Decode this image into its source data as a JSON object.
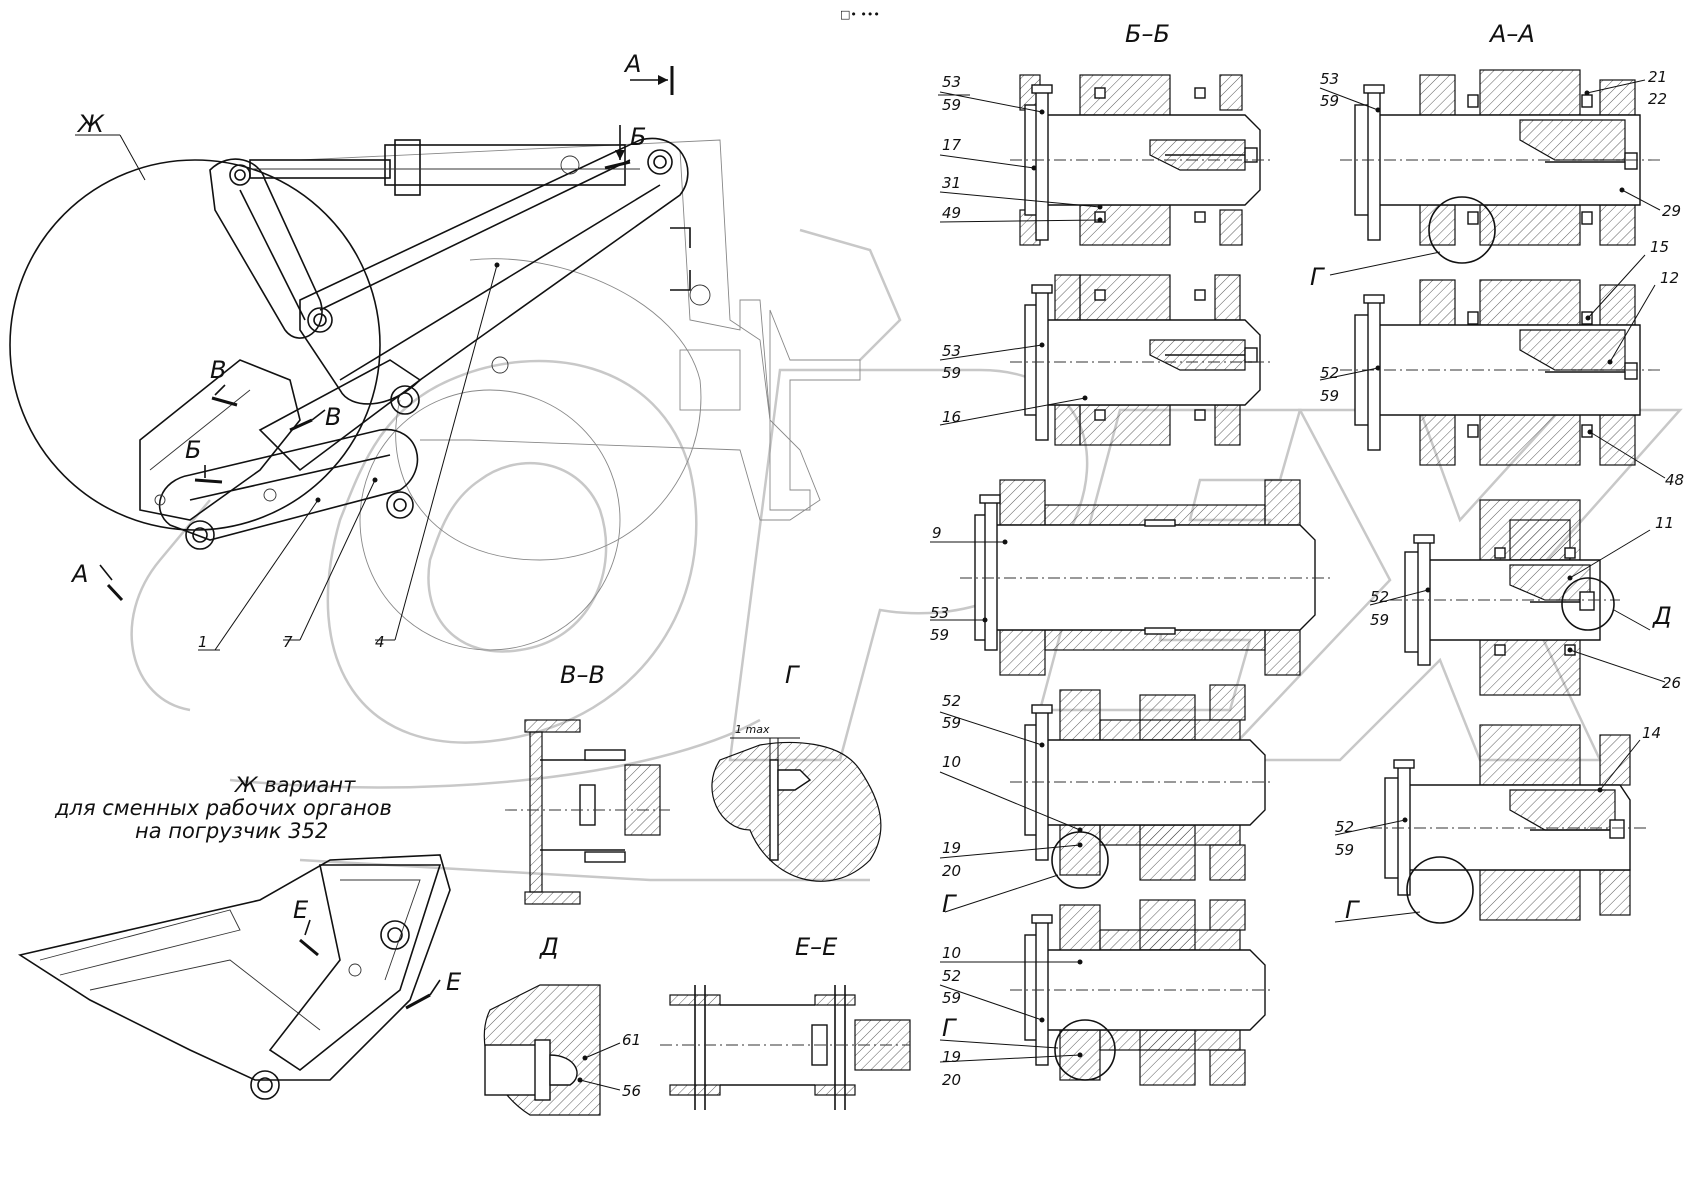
{
  "header_mark": "□• •••",
  "section_titles": {
    "bb": "Б–Б",
    "aa": "А–А",
    "vv": "В–В",
    "g": "Г",
    "d": "Д",
    "ee": "Е–Е"
  },
  "view_marks": {
    "zh": "Ж",
    "a_top": "А",
    "a_bottom": "А",
    "b_top": "Б",
    "b_left": "Б",
    "v_left": "В",
    "v_right": "В",
    "e_left": "Е",
    "e_right": "Е"
  },
  "main_labels": {
    "l1": "1",
    "l7": "7",
    "l4": "4"
  },
  "note": {
    "line1": "Ж вариант",
    "line2": "для сменных рабочих органов",
    "line3": "на погрузчик 352"
  },
  "detail_g_dim": "1 max",
  "callouts_bb1": {
    "p53": "53",
    "p59": "59",
    "p17": "17",
    "p31": "31",
    "p49": "49"
  },
  "callouts_bb2": {
    "p53": "53",
    "p59": "59",
    "p16": "16"
  },
  "callouts_mid": {
    "p9": "9",
    "p53": "53",
    "p59": "59"
  },
  "callouts_lower1": {
    "p52": "52",
    "p59": "59",
    "p10": "10",
    "p19": "19",
    "p20": "20",
    "g": "Г"
  },
  "callouts_lower2": {
    "p10": "10",
    "p52": "52",
    "p59": "59",
    "g": "Г",
    "p19": "19",
    "p20": "20"
  },
  "callouts_aa1": {
    "p53": "53",
    "p59": "59",
    "p21": "21",
    "p22": "22",
    "p29": "29",
    "g": "Г"
  },
  "callouts_aa2": {
    "p15": "15",
    "p12": "12",
    "p52": "52",
    "p59": "59",
    "p48": "48"
  },
  "callouts_aa3": {
    "p11": "11",
    "p52": "52",
    "p59": "59",
    "d": "Д",
    "p26": "26"
  },
  "callouts_aa4": {
    "p14": "14",
    "p52": "52",
    "p59": "59",
    "g": "Г"
  },
  "callouts_d": {
    "p61": "61",
    "p56": "56"
  }
}
